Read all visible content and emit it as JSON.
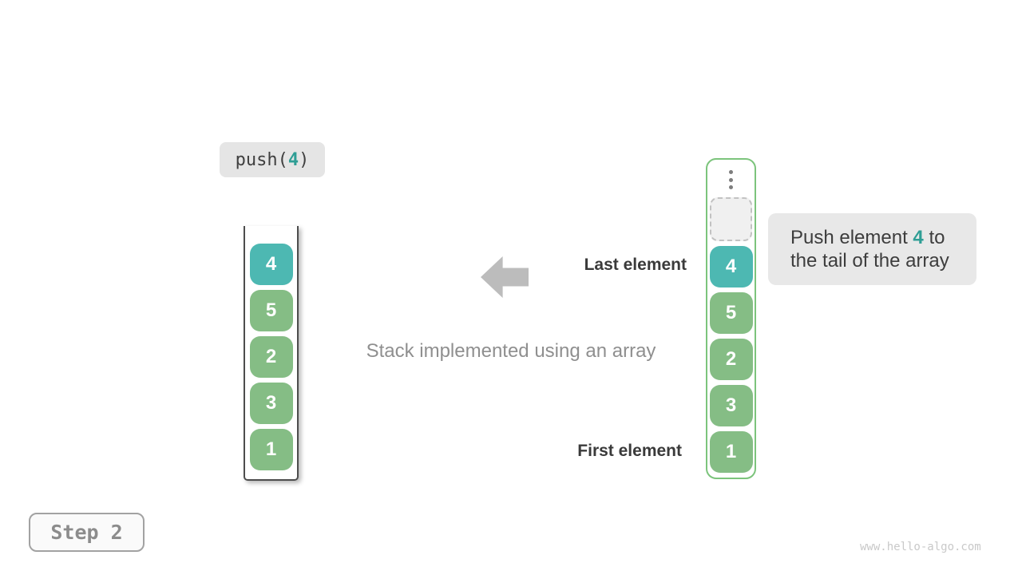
{
  "operation": {
    "prefix": "push(",
    "value": "4",
    "suffix": ")"
  },
  "stacks": {
    "left": {
      "values": [
        "4",
        "5",
        "2",
        "3",
        "1"
      ],
      "highlight_index": 0
    },
    "right": {
      "values": [
        "4",
        "5",
        "2",
        "3",
        "1"
      ],
      "highlight_index": 0,
      "has_empty_slot": true
    }
  },
  "labels": {
    "last_element": "Last element",
    "first_element": "First element",
    "caption": "Stack implemented using an array"
  },
  "callout": {
    "line1_prefix": "Push element ",
    "highlight": "4",
    "line1_suffix": " to",
    "line2": "the tail of the array"
  },
  "step_badge": "Step 2",
  "watermark": "www.hello-algo.com",
  "colors": {
    "cell_green": "#85bd85",
    "cell_teal": "#4db8b2",
    "teal_text": "#2f9e95",
    "right_border_green": "#7cc47c",
    "arrow_gray": "#bcbcbc",
    "callout_bg": "#e8e8e8",
    "op_label_bg": "#e5e5e5"
  }
}
